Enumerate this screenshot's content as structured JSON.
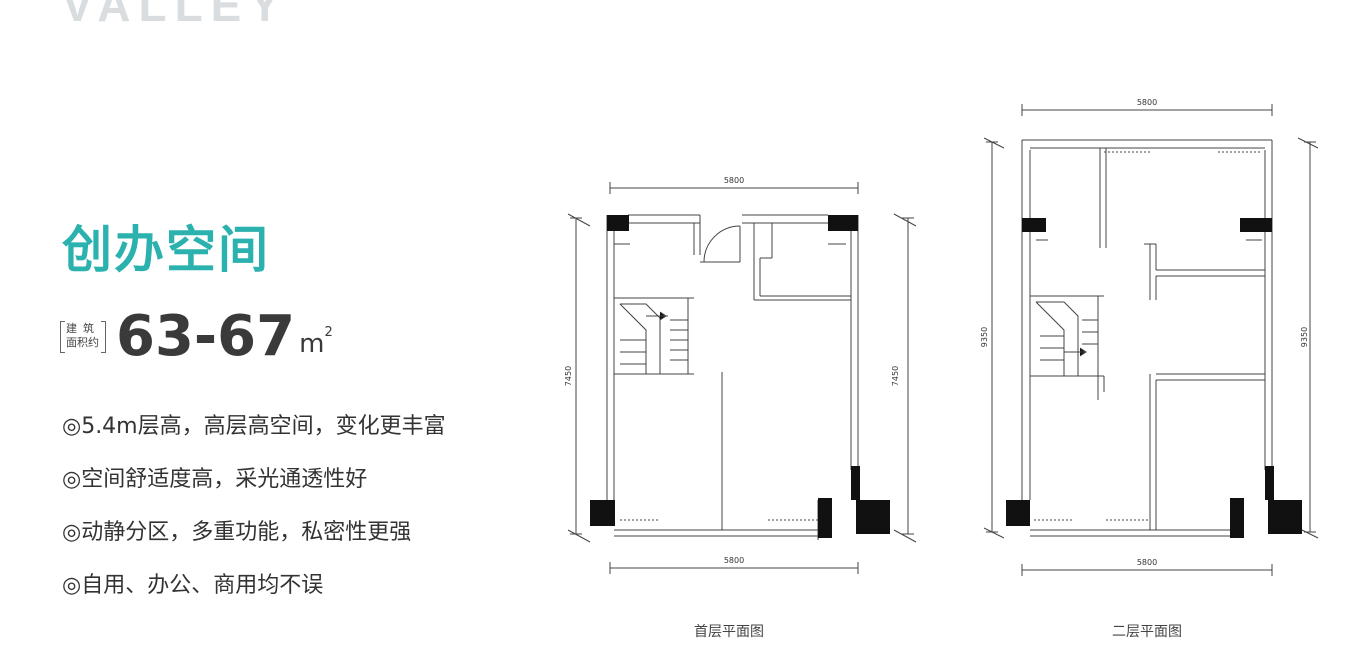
{
  "brand": "VALLEY",
  "title": "创办空间",
  "area": {
    "label_line1": "建筑",
    "label_line2": "面积约",
    "value": "63-67",
    "unit": "m",
    "unit_sup": "2"
  },
  "features": [
    "◎5.4m层高，高层高空间，变化更丰富",
    "◎空间舒适度高，采光通透性好",
    "◎动静分区，多重功能，私密性更强",
    "◎自用、办公、商用均不误"
  ],
  "plans": {
    "first": {
      "caption": "首层平面图",
      "dim_top": "5800",
      "dim_bottom": "5800",
      "dim_left": "7450",
      "dim_right": "7450"
    },
    "second": {
      "caption": "二层平面图",
      "dim_top": "5800",
      "dim_bottom": "5800",
      "dim_left": "9350",
      "dim_right": "9350"
    }
  },
  "colors": {
    "accent": "#2bb1ae",
    "wall": "#111111",
    "line": "#444444"
  }
}
